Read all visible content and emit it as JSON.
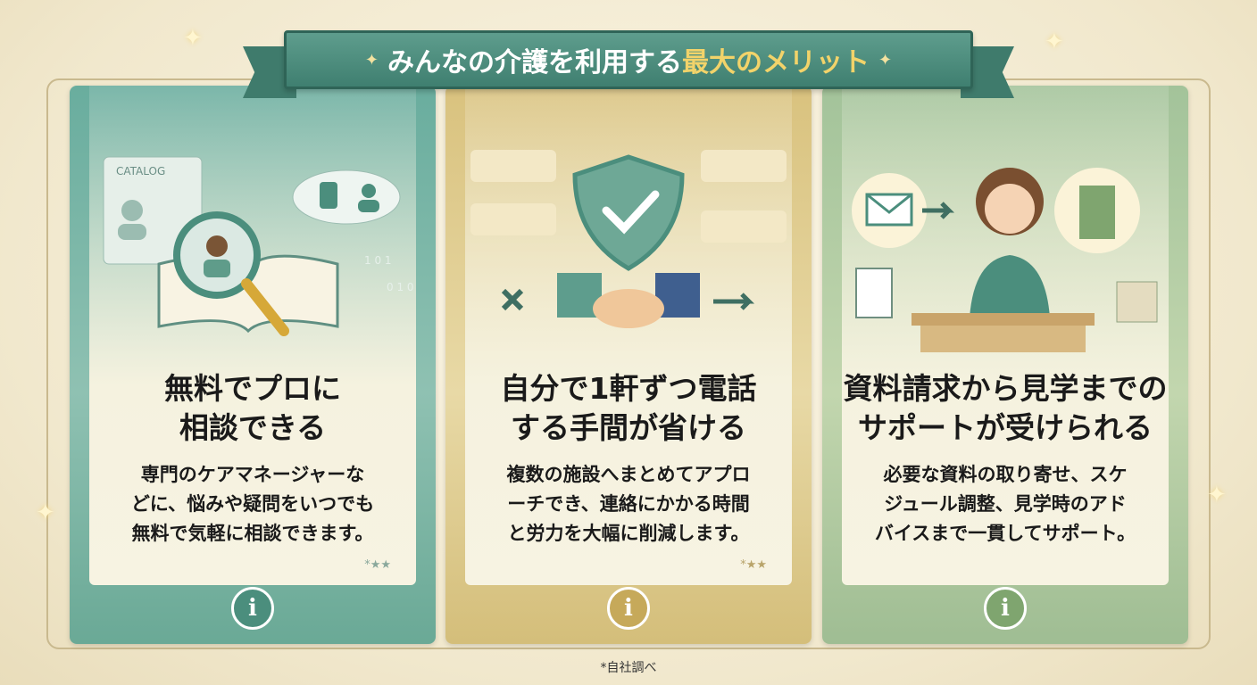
{
  "header": {
    "title_main": "みんなの介護を利用する",
    "title_highlight": "最大のメリット"
  },
  "colors": {
    "teal": "#4e8f80",
    "gold": "#d4bd7a",
    "green": "#9fbd93",
    "highlight": "#f2d36a",
    "background": "#f3ecd6"
  },
  "cards": [
    {
      "title_line1": "無料でプロに",
      "title_line2": "相談できる",
      "desc_line1": "専門のケアマネージャーな",
      "desc_line2": "どに、悩みや疑問をいつでも",
      "desc_line3": "無料で気軽に相談できます。",
      "note": "*★★",
      "illustration_label": "CATALOG",
      "icon": "magnifier-book-icon",
      "info_icon": "info-icon"
    },
    {
      "title_line1": "自分で1軒ずつ電話",
      "title_line2": "する手間が省ける",
      "desc_line1": "複数の施設へまとめてアプロ",
      "desc_line2": "ーチでき、連絡にかかる時間",
      "desc_line3": "と労力を大幅に削減します。",
      "note": "*★★",
      "icon": "shield-handshake-icon",
      "info_icon": "info-icon"
    },
    {
      "title_line1": "資料請求から見学までの",
      "title_line2": "サポートが受けられる",
      "desc_line1": "必要な資料の取り寄せ、スケ",
      "desc_line2": "ジュール調整、見学時のアド",
      "desc_line3": "バイスまで一貫してサポート。",
      "icon": "consultant-icon",
      "info_icon": "info-icon"
    }
  ],
  "footer": {
    "note": "*自社調べ"
  }
}
